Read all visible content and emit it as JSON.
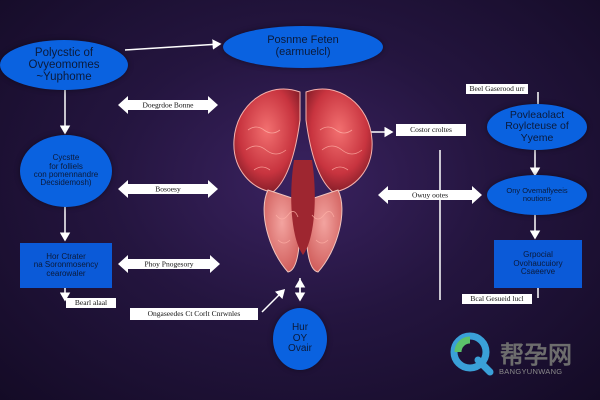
{
  "nodes": {
    "pcos_title": "Polycstic of\nOvyeomomes\n~Yuphome",
    "top_center": "Posnme Feten\n(earmuelcl)",
    "cycle_left": "Cycstte\nfor folliels\ncon pomennandre\nDecsidemosh)",
    "hor_box": "Hor Ctrater\nna Soronmosency\ncearowaler",
    "right_pcos": "Povleaolact\nRoylcteuse of\nYyeme",
    "right_ovary": "Ony Ovemaflyeeis\nnoutions",
    "right_box": "Grpocial\nOvohaucuiory\nCsaeerve",
    "bottom_ellipse": "Hur\nOY\nOvair"
  },
  "labels": {
    "top_right": "Beel Gaserood urr",
    "bottom_left": "Bearl alaal",
    "bottom_right": "Bcal Gesueid lucl",
    "center_right": "Costor croltes",
    "bottom_caption": "Ongaseedes Ct Corlt Cnrwnles"
  },
  "arrow_labels": {
    "left_top": "Doegrdoe Bonne",
    "left_mid": "Bosoesy",
    "left_low": "Phoy Pnogesory",
    "right_mid": "Owuy ootes"
  },
  "watermark": {
    "cn": "帮孕网",
    "en": "BANGYUNWANG"
  },
  "colors": {
    "node_blue": "#0a62e0",
    "organ_red": "#d9484f",
    "arrow_white": "#ffffff",
    "background": "#24153f"
  }
}
